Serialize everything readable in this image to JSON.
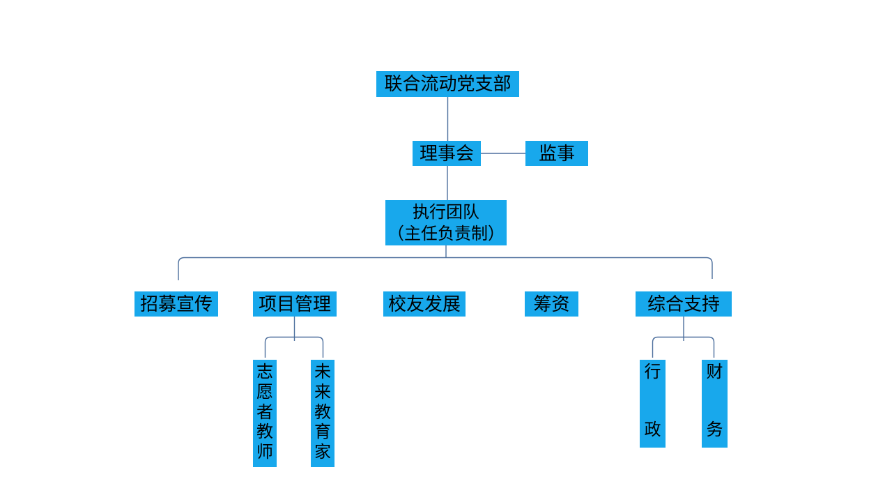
{
  "colors": {
    "box_fill": "#18A8EC",
    "line": "#4d6f9d",
    "text": "#000000",
    "background": "#FFFFFF"
  },
  "org_chart": {
    "type": "org-chart",
    "root": {
      "label": "联合流动党支部"
    },
    "board": {
      "label": "理事会"
    },
    "supervisor": {
      "label": "监事"
    },
    "executive": {
      "label_line1": "执行团队",
      "label_line2": "（主任负责制）"
    },
    "departments": [
      {
        "label": "招募宣传"
      },
      {
        "label": "项目管理"
      },
      {
        "label": "校友发展"
      },
      {
        "label": "筹资"
      },
      {
        "label": "综合支持"
      }
    ],
    "project_teams": [
      {
        "label": "志愿者教师"
      },
      {
        "label": "未来教育家"
      }
    ],
    "support_teams": [
      {
        "label": "行政"
      },
      {
        "label": "财务"
      }
    ]
  }
}
